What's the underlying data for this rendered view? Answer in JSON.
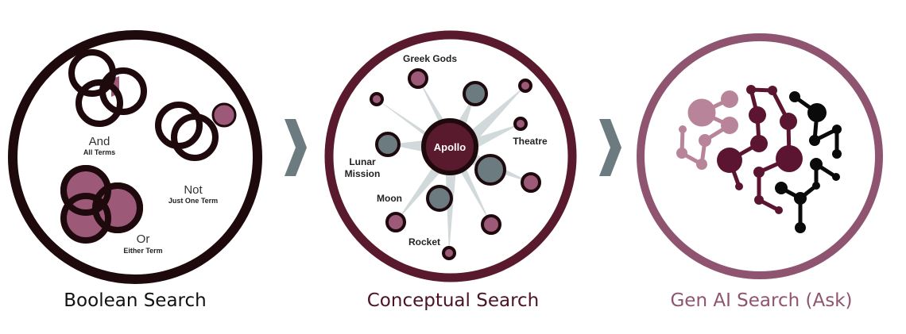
{
  "colors": {
    "dark": "#1e0a0d",
    "maroon": "#5a1a2e",
    "mauve": "#8e5470",
    "pink": "#9c5a78",
    "gray": "#6b7b80",
    "ray": "#cdd5d8",
    "lightpink": "#b8849a"
  },
  "boolean": {
    "title": "Boolean Search",
    "and_label": "And",
    "and_sub": "All Terms",
    "not_label": "Not",
    "not_sub": "Just One Term",
    "or_label": "Or",
    "or_sub": "Either Term"
  },
  "conceptual": {
    "title": "Conceptual Search",
    "center": "Apollo",
    "terms": [
      "Greek Gods",
      "Theatre",
      "Lunar",
      "Mission",
      "Moon",
      "Rocket"
    ]
  },
  "genai": {
    "title": "Gen AI Search (Ask)"
  },
  "arrows": [
    "chevron-right",
    "chevron-right"
  ]
}
